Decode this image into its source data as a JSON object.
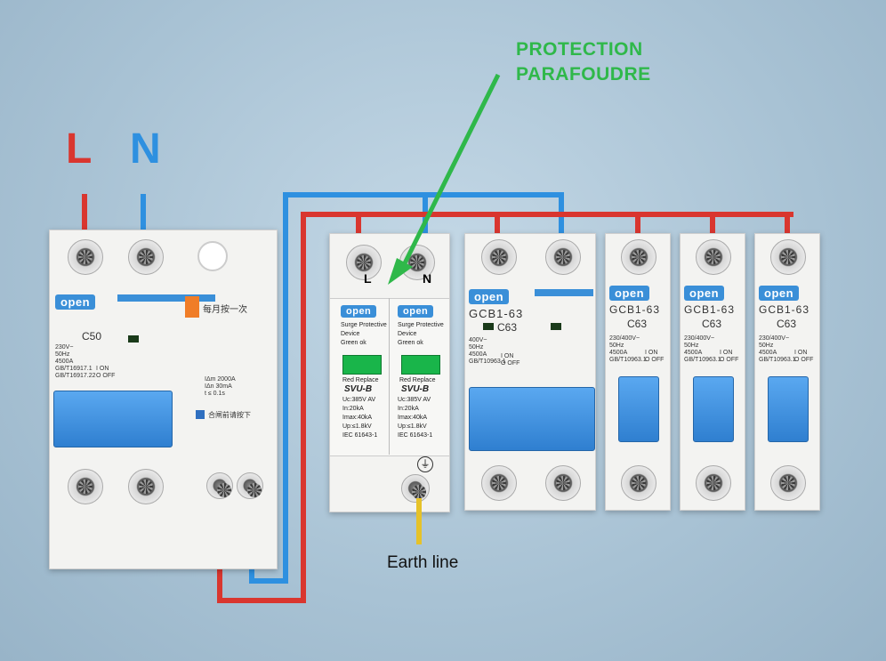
{
  "labels": {
    "line": "L",
    "neutral": "N",
    "earth_line": "Earth line"
  },
  "annotation": {
    "line1": "PROTECTION",
    "line2": "PARAFOUDRE"
  },
  "colors": {
    "line_wire": "#d9362f",
    "neutral_wire": "#2e90e0",
    "earth_wire": "#e6c229",
    "annotation": "#2fb84a",
    "brand": "#3a8fd8"
  },
  "rcbo": {
    "brand": "open",
    "rating": "C50",
    "specs": [
      "230V~",
      "50Hz",
      "4500A",
      "GB/T16917.1",
      "GB/T16917.22"
    ],
    "on_off": [
      "I ON",
      "O OFF"
    ],
    "test_note": "每月按一次",
    "residual": [
      "IΔm 2000A",
      "IΔn 30mA",
      "t ≤ 0.1s"
    ],
    "reset_note": "合闸前请按下"
  },
  "spd": {
    "terminals": [
      "L",
      "N"
    ],
    "modules": [
      {
        "brand": "open",
        "lines": [
          "Surge Protective",
          "Device",
          "Green  ok"
        ],
        "replace": "Red Replace",
        "model": "SVU-B",
        "specs": [
          "Uc:385V AV",
          "In:20kA",
          "Imax:40kA",
          "Up:≤1.8kV",
          "IEC 61643-1"
        ]
      },
      {
        "brand": "open",
        "lines": [
          "Surge Protective",
          "Device",
          "Green  ok"
        ],
        "replace": "Red Replace",
        "model": "SVU-B",
        "specs": [
          "Uc:385V AV",
          "In:20kA",
          "Imax:40kA",
          "Up:≤1.8kV",
          "IEC 61643-1"
        ]
      }
    ]
  },
  "mcb_double": {
    "brand": "open",
    "model": "GCB1-63",
    "rating": "C63",
    "specs": [
      "400V~",
      "50Hz",
      "4500A",
      "GB/T10963.1"
    ],
    "on_off": [
      "I ON",
      "O OFF"
    ]
  },
  "mcbs": [
    {
      "brand": "open",
      "model": "GCB1-63",
      "rating": "C63",
      "specs": [
        "230/400V~",
        "50Hz",
        "4500A",
        "GB/T10963.1"
      ],
      "on_off": [
        "I ON",
        "O OFF"
      ]
    },
    {
      "brand": "open",
      "model": "GCB1-63",
      "rating": "C63",
      "specs": [
        "230/400V~",
        "50Hz",
        "4500A",
        "GB/T10963.1"
      ],
      "on_off": [
        "I ON",
        "O OFF"
      ]
    },
    {
      "brand": "open",
      "model": "GCB1-63",
      "rating": "C63",
      "specs": [
        "230/400V~",
        "50Hz",
        "4500A",
        "GB/T10963.1"
      ],
      "on_off": [
        "I ON",
        "O OFF"
      ]
    }
  ]
}
